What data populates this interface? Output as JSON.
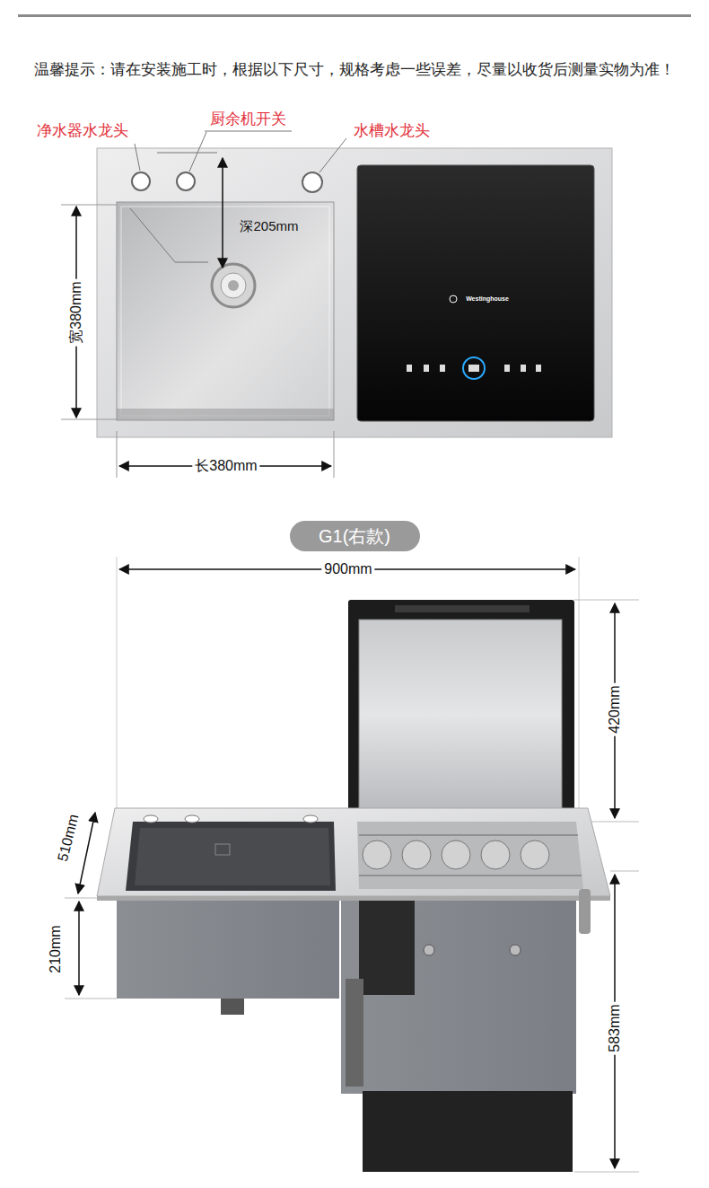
{
  "diagram": {
    "nodes": [
      {
        "text": [
          "G1(右款)"
        ]
      }
    ],
    "labels": [
      "温馨提示：请在安装施工时，根据以下尺寸，规格考虑一些误差，尽量以收货后测量实物为准！",
      "净水器水龙头",
      "厨余机开关",
      "水槽水龙头",
      "深205mm",
      "宽380mm",
      "Westinghouse",
      "长380mm",
      "900mm",
      "420mm",
      "510mm",
      "210mm",
      "583mm"
    ]
  }
}
